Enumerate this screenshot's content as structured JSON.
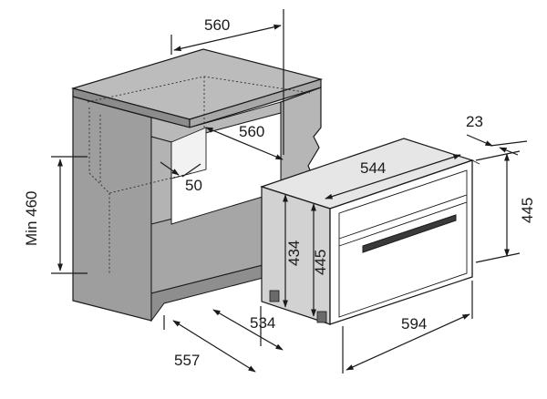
{
  "dimensions": {
    "cabinet_top_width": "560",
    "cabinet_inner_width": "560",
    "cabinet_gap": "50",
    "cabinet_min_height": "Min 460",
    "oven_depth_top": "544",
    "oven_front_thickness": "23",
    "oven_front_height": "445",
    "oven_body_height_434": "434",
    "oven_body_height_445": "445",
    "oven_body_depth": "534",
    "oven_total_depth": "557",
    "oven_front_width": "594"
  }
}
